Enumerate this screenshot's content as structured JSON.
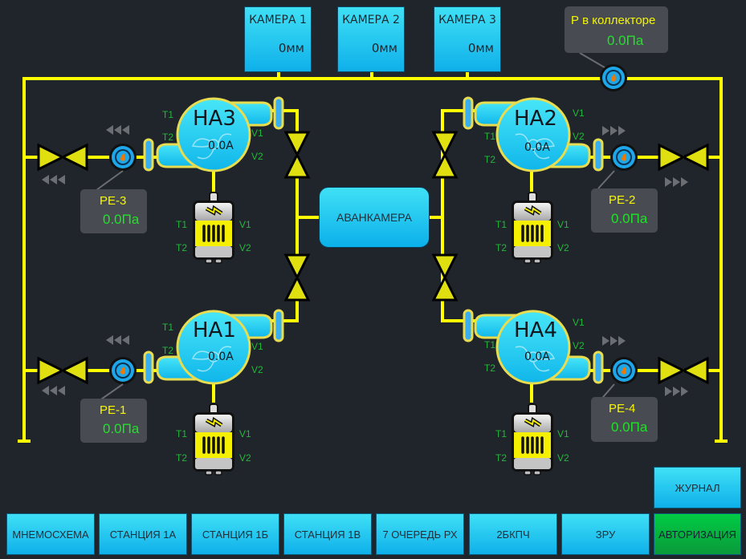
{
  "cameras": [
    {
      "title": "КАМЕРА 1",
      "value": "0мм"
    },
    {
      "title": "КАМЕРА 2",
      "value": "0мм"
    },
    {
      "title": "КАМЕРА 3",
      "value": "0мм"
    }
  ],
  "collector": {
    "label": "Р в коллекторе",
    "value": "0.0Па"
  },
  "avankamera": "АВАНКАМЕРА",
  "pumps": [
    {
      "name": "НА3",
      "current": "0.0А"
    },
    {
      "name": "НА2",
      "current": "0.0А"
    },
    {
      "name": "НА1",
      "current": "0.0А"
    },
    {
      "name": "НА4",
      "current": "0.0А"
    }
  ],
  "sensors": [
    {
      "name": "РЕ-3",
      "value": "0.0Па"
    },
    {
      "name": "РЕ-2",
      "value": "0.0Па"
    },
    {
      "name": "РЕ-1",
      "value": "0.0Па"
    },
    {
      "name": "РЕ-4",
      "value": "0.0Па"
    }
  ],
  "tags": {
    "t1": "T1",
    "t2": "T2",
    "v1": "V1",
    "v2": "V2"
  },
  "nav": {
    "journal": "ЖУРНАЛ",
    "buttons": [
      "МНЕМОСХЕМА",
      "СТАНЦИЯ 1А",
      "СТАНЦИЯ 1Б",
      "СТАНЦИЯ 1В",
      "7 ОЧЕРЕДЬ РХ",
      "2БКПЧ",
      "ЗРУ"
    ],
    "auth": "АВТОРИЗАЦИЯ"
  },
  "colors": {
    "pipe": "#ffff00",
    "valve": "#e0e010",
    "accent": "#20c8f0",
    "auth": "#00b840",
    "value": "#22e02a"
  }
}
